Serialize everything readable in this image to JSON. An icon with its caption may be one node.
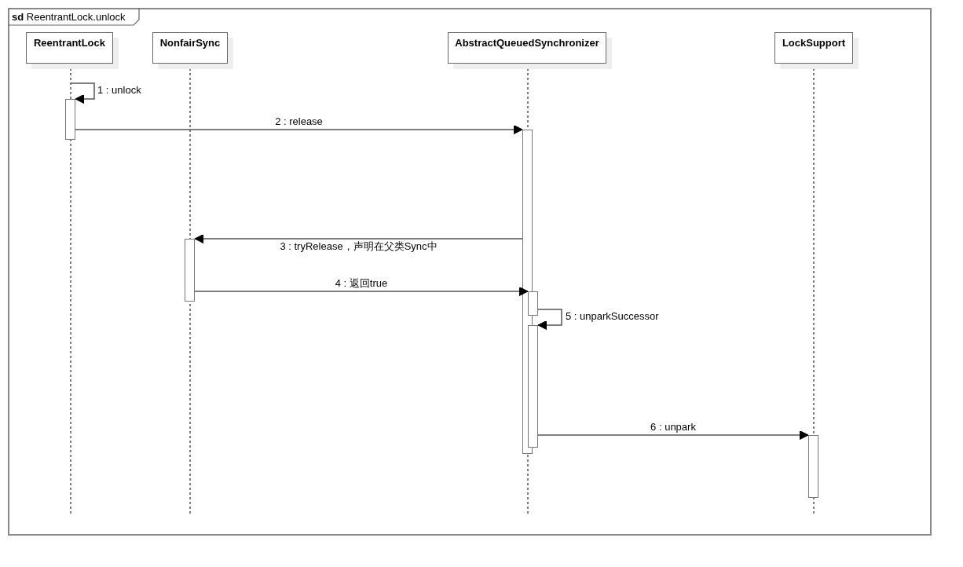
{
  "diagram": {
    "nodes": [
      {
        "text": [
          "**sd** ReentrantLock.unlock"
        ]
      },
      {
        "text": [
          "ReentrantLock"
        ],
        "in": 0
      },
      {
        "text": [
          "NonfairSync"
        ],
        "in": 0
      },
      {
        "text": [
          "AbstractQueuedSynchronizer"
        ],
        "in": 0
      },
      {
        "text": [
          "LockSupport"
        ],
        "in": 0
      },
      {
        "text": [],
        "shape": "bar",
        "in": 0
      },
      {
        "text": [],
        "shape": "bar",
        "in": 0
      },
      {
        "text": [],
        "shape": "bar",
        "in": 0
      },
      {
        "text": [],
        "shape": "bar",
        "in": 0
      },
      {
        "text": [],
        "shape": "bar",
        "in": 0
      },
      {
        "text": [],
        "shape": "bar",
        "in": 0
      }
    ],
    "edges": [
      {
        "from": null,
        "to": 5,
        "arrow": "to",
        "label": "1 : unlock"
      },
      {
        "from": 5,
        "to": 6,
        "arrow": "to",
        "label": "2 : release"
      },
      {
        "from": 6,
        "to": 7,
        "arrow": "to",
        "label": "3 : tryRelease，声明在父类Sync中"
      },
      {
        "from": 7,
        "to": 8,
        "arrow": "to",
        "label": "4 : 返回true"
      },
      {
        "from": 8,
        "to": 9,
        "arrow": "to",
        "label": "5 : unparkSuccessor"
      },
      {
        "from": 9,
        "to": 10,
        "arrow": "to",
        "label": "6 : unpark"
      }
    ]
  }
}
